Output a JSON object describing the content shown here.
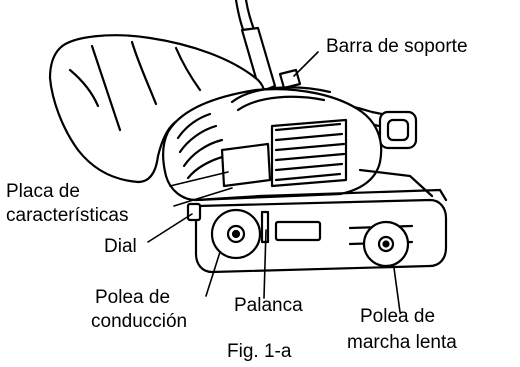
{
  "labels": {
    "support_bar": "Barra de soporte",
    "rating_plate_line1": "Placa de",
    "rating_plate_line2": "características",
    "dial": "Dial",
    "drive_pulley_line1": "Polea de",
    "drive_pulley_line2": "conducción",
    "lever": "Palanca",
    "idler_pulley_line1": "Polea de",
    "idler_pulley_line2": "marcha lenta"
  },
  "caption": "Fig. 1-a"
}
